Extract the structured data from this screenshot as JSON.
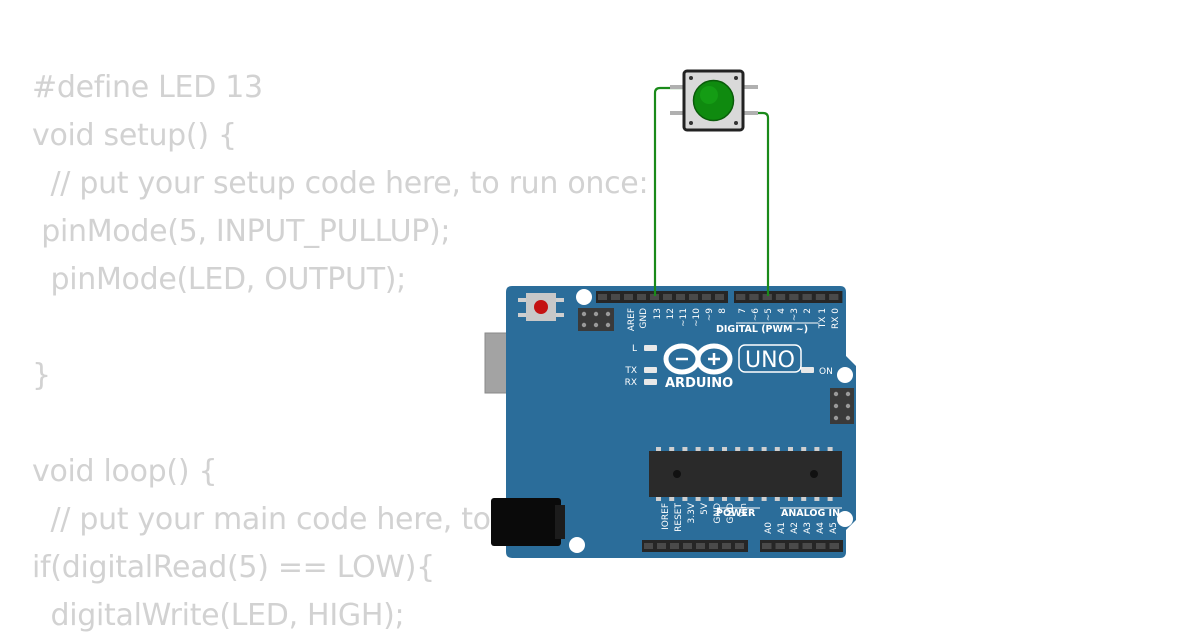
{
  "code_lines": [
    "#define LED 13",
    "void setup() {",
    "  // put your setup code here, to run once:",
    " pinMode(5, INPUT_PULLUP);",
    "  pinMode(LED, OUTPUT);",
    "",
    "}",
    "",
    "void loop() {",
    "  // put your main code here, to run repeatedly:",
    "if(digitalRead(5) == LOW){",
    "  digitalWrite(LED, HIGH);"
  ],
  "board": {
    "brand": "ARDUINO",
    "model": "UNO",
    "digital_label": "DIGITAL (PWM ~)",
    "power_label": "POWER",
    "analog_label": "ANALOG IN",
    "led_l": "L",
    "led_tx": "TX",
    "led_rx": "RX",
    "led_on": "ON",
    "digital_pins": [
      "AREF",
      "GND",
      "13",
      "12",
      "~11",
      "~10",
      "~9",
      "8",
      "7",
      "~6",
      "~5",
      "4",
      "~3",
      "2",
      "TX 1",
      "RX 0"
    ],
    "power_pins": [
      "IOREF",
      "RESET",
      "3.3V",
      "5V",
      "GND",
      "GND",
      "Vin"
    ],
    "analog_pins": [
      "A0",
      "A1",
      "A2",
      "A3",
      "A4",
      "A5"
    ],
    "board_color": "#2b6d9a",
    "wire_color": "#1a8a1a",
    "button_color": "#139b13"
  }
}
